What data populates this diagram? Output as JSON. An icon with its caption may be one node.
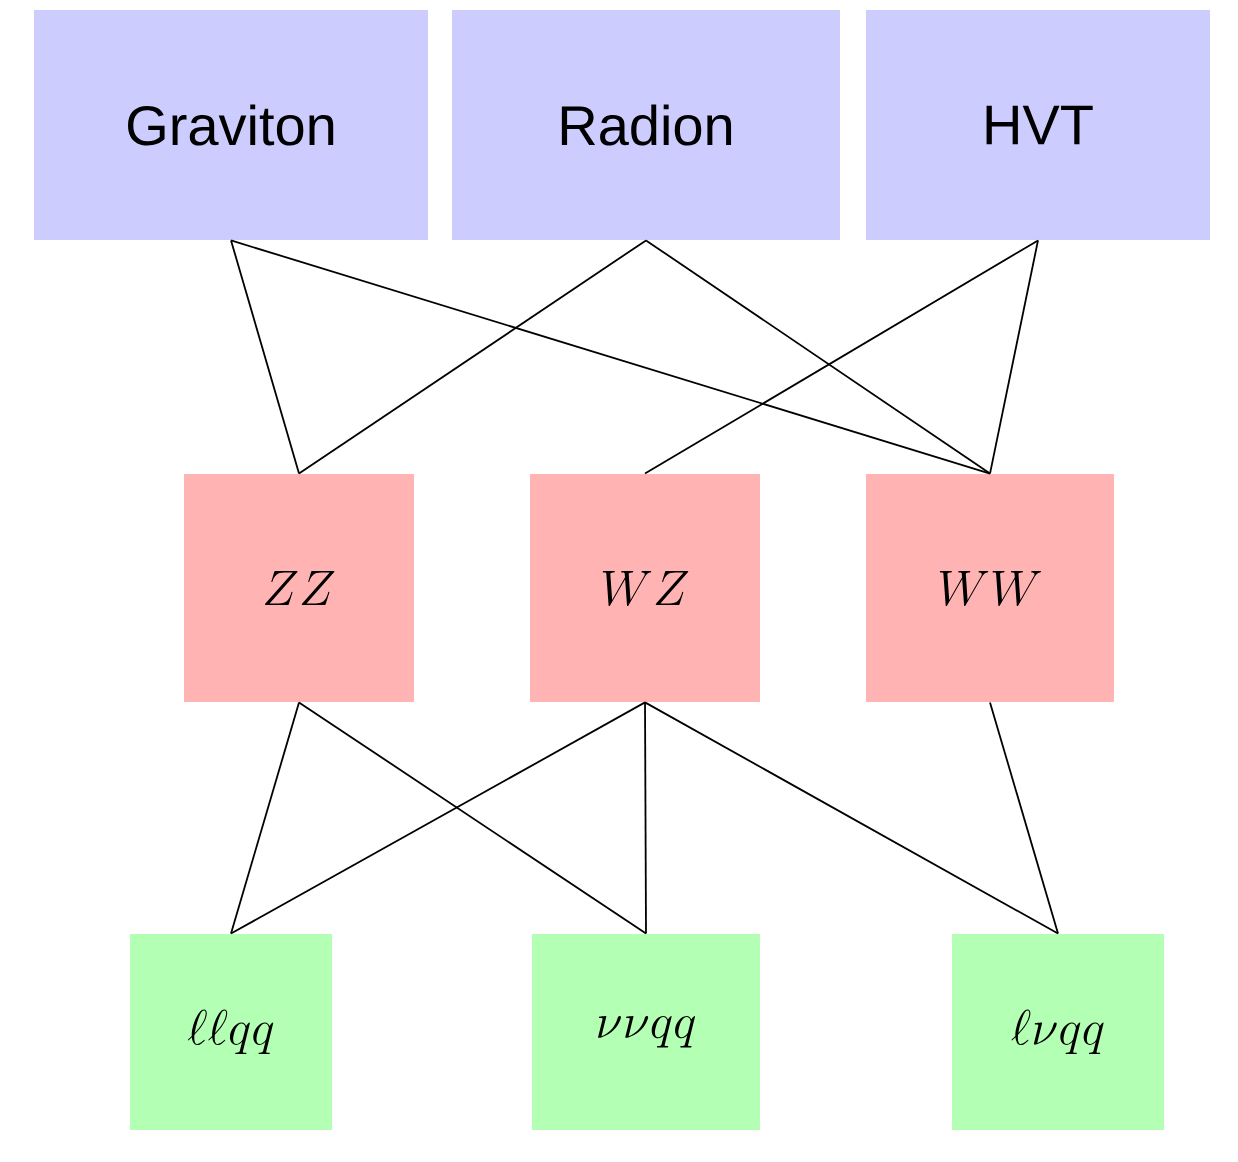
{
  "diagram": {
    "nodes": [
      {
        "text": [
          "Graviton"
        ]
      },
      {
        "text": [
          "Radion"
        ]
      },
      {
        "text": [
          "HVT"
        ]
      },
      {
        "text": [
          "ZZ"
        ]
      },
      {
        "text": [
          "WZ"
        ]
      },
      {
        "text": [
          "WW"
        ]
      },
      {
        "text": [
          "\\ell\\ell qq"
        ]
      },
      {
        "text": [
          "\\nu\\nu qq"
        ]
      },
      {
        "text": [
          "\\ell\\nu qq"
        ]
      }
    ],
    "edges": [
      {
        "from": 0,
        "to": 3,
        "arrow": "none"
      },
      {
        "from": 0,
        "to": 5,
        "arrow": "none"
      },
      {
        "from": 1,
        "to": 3,
        "arrow": "none"
      },
      {
        "from": 1,
        "to": 5,
        "arrow": "none"
      },
      {
        "from": 2,
        "to": 4,
        "arrow": "none"
      },
      {
        "from": 2,
        "to": 5,
        "arrow": "none"
      },
      {
        "from": 3,
        "to": 6,
        "arrow": "none"
      },
      {
        "from": 3,
        "to": 7,
        "arrow": "none"
      },
      {
        "from": 4,
        "to": 6,
        "arrow": "none"
      },
      {
        "from": 4,
        "to": 7,
        "arrow": "none"
      },
      {
        "from": 4,
        "to": 8,
        "arrow": "none"
      },
      {
        "from": 5,
        "to": 8,
        "arrow": "none"
      }
    ]
  }
}
